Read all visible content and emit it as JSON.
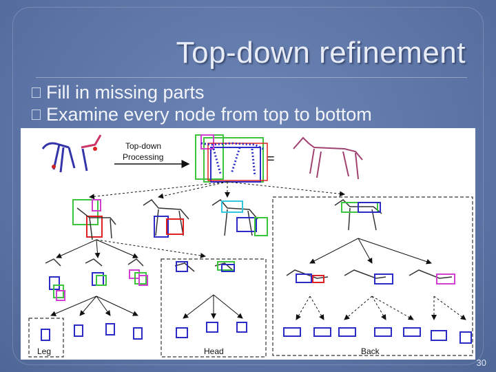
{
  "slide": {
    "title": "Top-down refinement",
    "bullets": [
      "Fill in missing parts",
      "Examine every node from top to bottom"
    ],
    "page_number": "30"
  },
  "figure": {
    "arrow_label_line1": "Top-down",
    "arrow_label_line2": "Processing",
    "equals_sign": "=",
    "region_labels": {
      "leg": "Leg",
      "head": "Head",
      "back": "Back"
    }
  },
  "colors": {
    "background": "#5f78a8",
    "title_text": "#e8ecf6",
    "box_green": "#3cc43c",
    "box_blue": "#2a2ac8",
    "box_red": "#e02020",
    "box_magenta": "#d040d0",
    "box_cyan": "#30c8e0"
  }
}
